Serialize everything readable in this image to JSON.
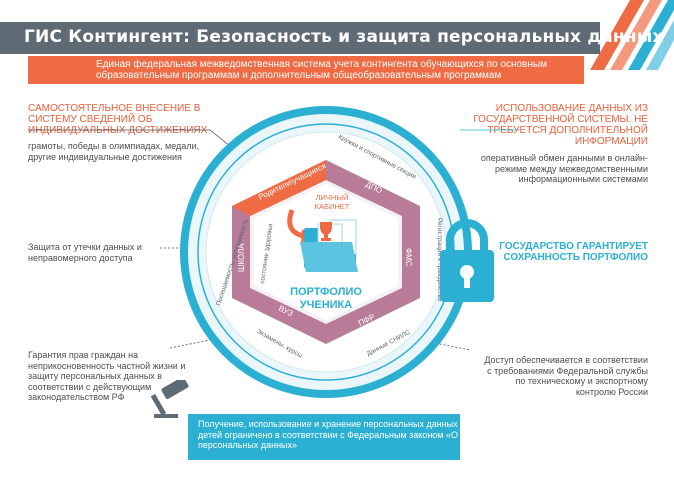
{
  "title": "ГИС Контингент: Безопасность и защита персональных данных",
  "subtitle": "Единая федеральная межведомственная система учета контингента обучающихся по основным образовательным программам и дополнительным общеобразовательным программам",
  "left_top": {
    "heading": "САМОСТОЯТЕЛЬНОЕ ВНЕСЕНИЕ В СИСТЕМУ СВЕДЕНИЙ ОБ ИНДИВИДУАЛЬНЫХ ДОСТИЖЕНИЯХ",
    "text": "грамоты, победы в олимпиадах, медали, другие индивидуальные достижения"
  },
  "left_mid": {
    "text": "Защита от утечки данных и неправомерного доступа"
  },
  "left_bottom": {
    "text": "Гарантия прав граждан на неприкосновенность частной жизни и защиту персональных данных в соответствии с действующим законодательством РФ"
  },
  "right_top": {
    "heading": "ИСПОЛЬЗОВАНИЕ ДАННЫХ ИЗ ГОСУДАРСТВЕННОЙ СИСТЕМЫ. НЕ ТРЕБУЕТСЯ ДОПОЛНИТЕЛЬНОЙ ИНФОРМАЦИИ",
    "text": "оперативный обмен данными в онлайн-режиме между межведомственными информационными системами"
  },
  "right_mid": {
    "heading": "ГОСУДАРСТВО ГАРАНТИРУЕТ СОХРАННОСТЬ ПОРТФОЛИО"
  },
  "right_bottom": {
    "text": "Доступ обеспечивается в соответствии с требованиями Федеральной службы по техническому и экспортному контролю России"
  },
  "bottom_box": {
    "text": "Получение, использование и хранение персональных данных детей ограничено в соответствии с Федеральным законом «О персональных данных»"
  },
  "diagram": {
    "center_title_1": "ПОРТФОЛИО",
    "center_title_2": "УЧЕНИКА",
    "cabinet_1": "ЛИЧНЫЙ",
    "cabinet_2": "КАБИНЕТ",
    "hex_labels": {
      "parents": "Родители\\учащиеся",
      "dpo": "ДПО",
      "fms": "ФМС",
      "pfr": "ПФР",
      "vuz": "ВУЗ",
      "school": "ШКОЛА"
    },
    "ring_labels": {
      "circles": "Кружки и спортивные секции",
      "registration": "Регистрация и гражданство",
      "snils": "Данные СНИЛС",
      "exams": "Экзамены, курсы",
      "attendance": "Посещаемость, успеваемость",
      "health": "состояние здоровья"
    }
  },
  "colors": {
    "orange": "#ee6b43",
    "blue": "#2bb0d4",
    "mauve": "#b87b98",
    "gray_bar": "#5f6b74"
  }
}
